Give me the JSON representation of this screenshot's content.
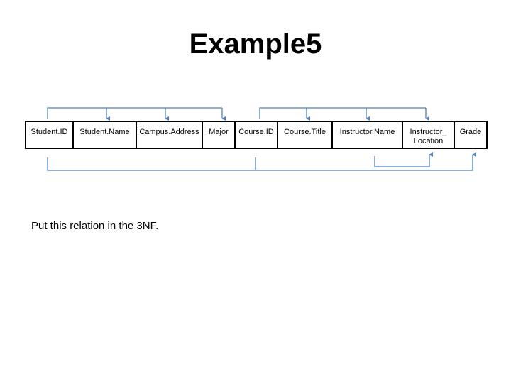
{
  "slide": {
    "title": "Example5",
    "task": "Put this relation in the 3NF."
  },
  "relation": {
    "attributes": [
      {
        "label": "Student.ID",
        "is_key": true
      },
      {
        "label": "Student.Name",
        "is_key": false
      },
      {
        "label": "Campus.Address",
        "is_key": false
      },
      {
        "label": "Major",
        "is_key": false
      },
      {
        "label": "Course.ID",
        "is_key": true
      },
      {
        "label": "Course.Title",
        "is_key": false
      },
      {
        "label": "Instructor.Name",
        "is_key": false
      },
      {
        "label": "Instructor_ Location",
        "is_key": false
      },
      {
        "label": "Grade",
        "is_key": false
      }
    ]
  },
  "colors": {
    "dependency_arrow": "#4f81bd",
    "text": "#000000",
    "border": "#000000"
  }
}
